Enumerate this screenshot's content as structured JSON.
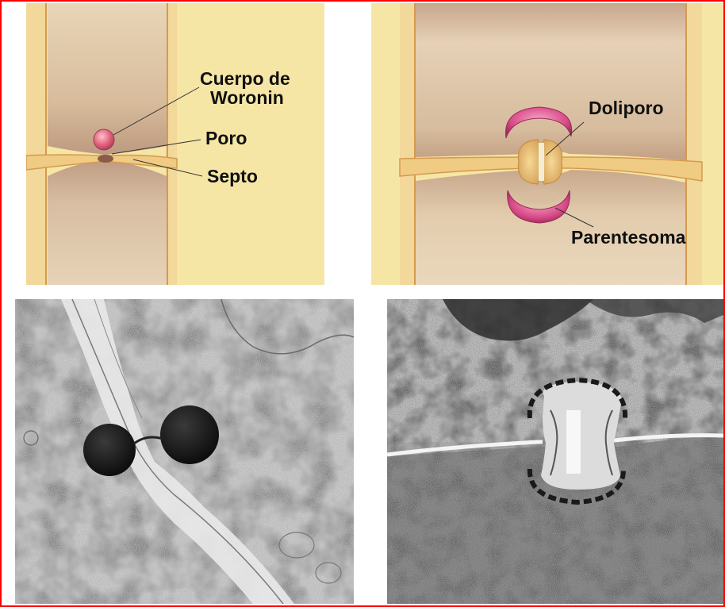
{
  "labels": {
    "woronin_line1": "Cuerpo de",
    "woronin_line2": "Woronin",
    "poro": "Poro",
    "septo": "Septo",
    "doliporo": "Doliporo",
    "parentesoma": "Parentesoma"
  },
  "colors": {
    "border": "#ff0000",
    "illustration_bg": "#f6e6a6",
    "cell_fill": "#dcc2a2",
    "wall": "#e6b567",
    "woronin_body": "#e0607a",
    "parentesome": "#d94c8a"
  }
}
